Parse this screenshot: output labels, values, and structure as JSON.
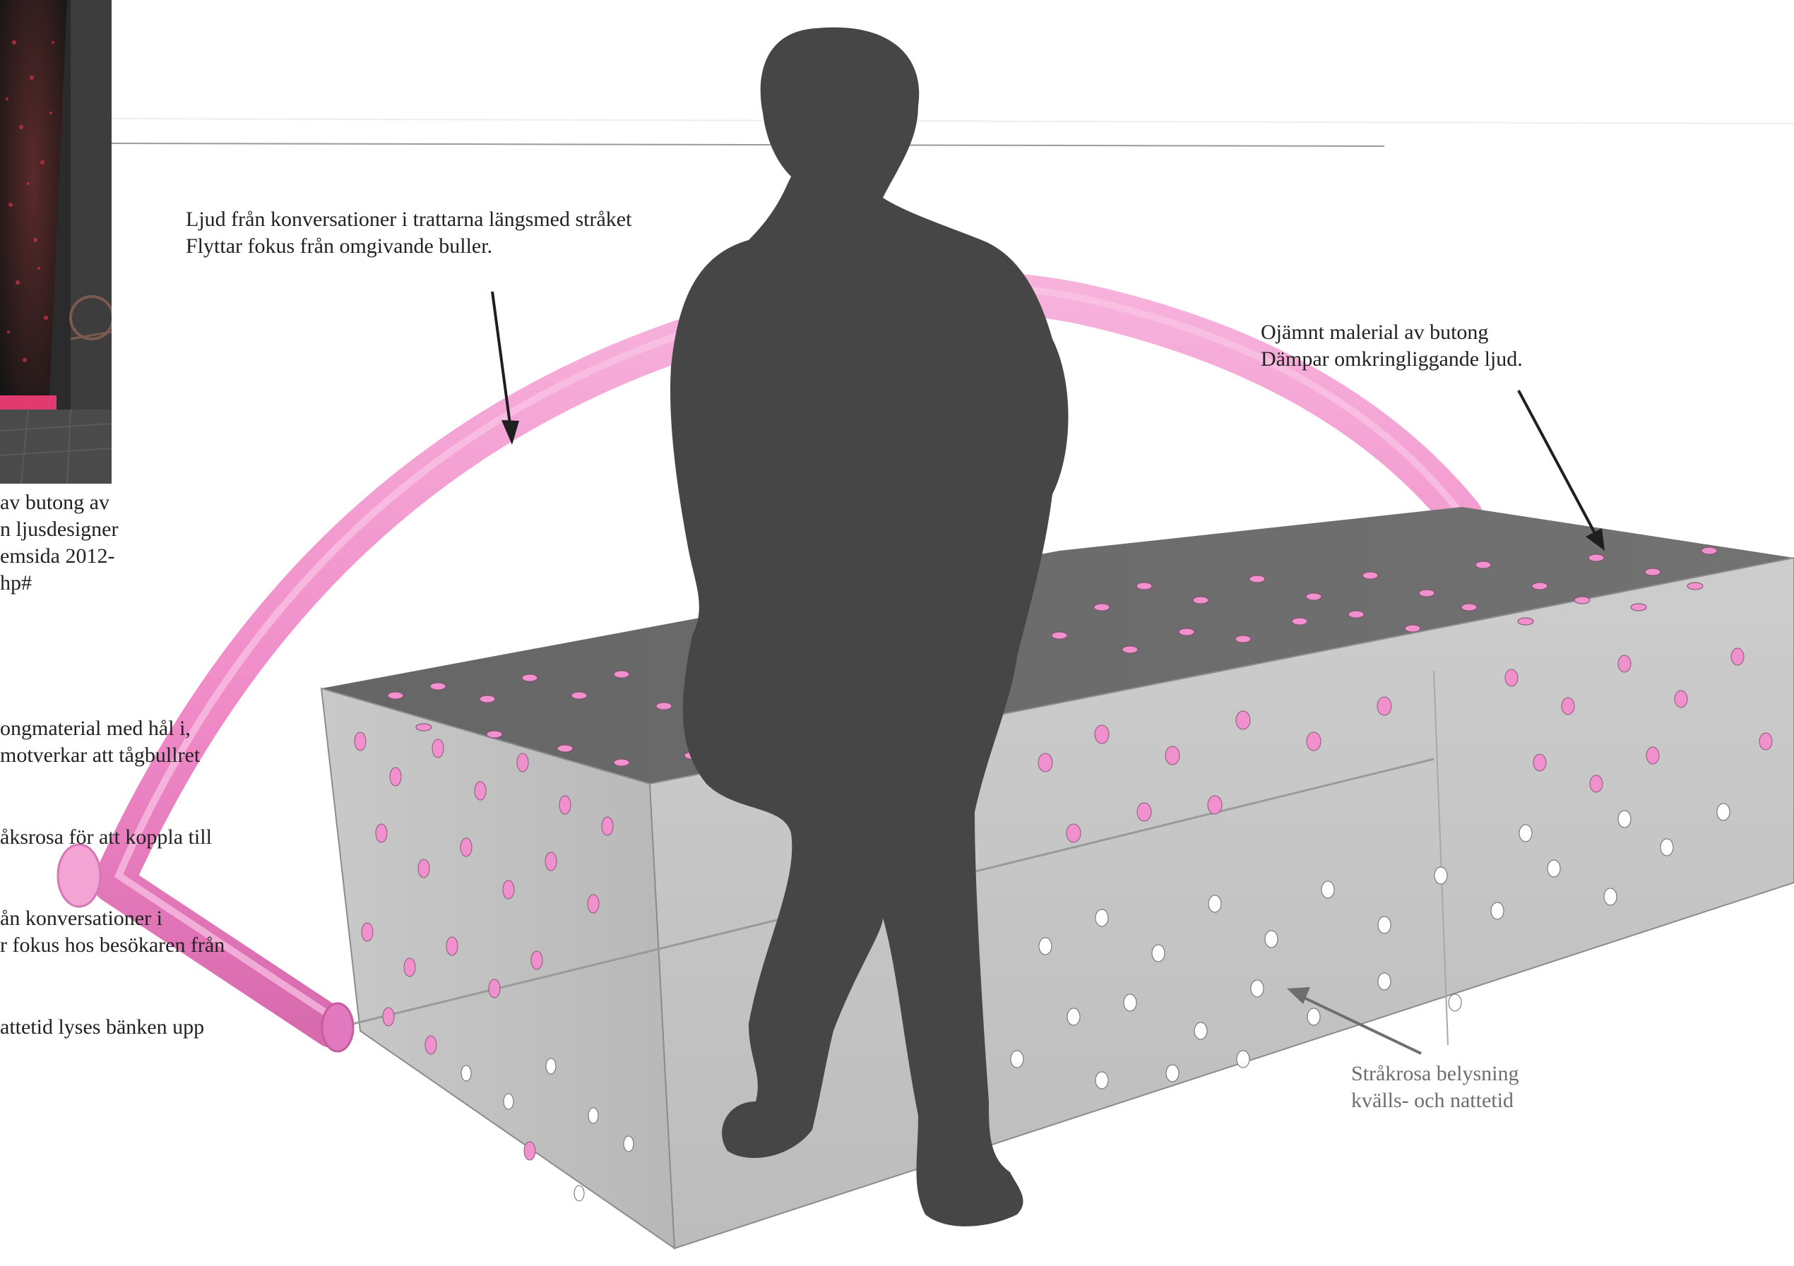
{
  "colors": {
    "tube": "#f08ac8",
    "tube_shade": "#d86aae",
    "concrete_top": "#6a6a6a",
    "concrete_side": "#bdbdbd",
    "concrete_front": "#c4c4c4",
    "silhouette": "#464646",
    "holes_pink": "#f090cc",
    "holes_white": "#ffffff",
    "text": "#222222",
    "text_grey": "#6e6e6e"
  },
  "annotations": {
    "funnel": {
      "line1": "Ljud från konversationer i trattarna längsmed stråket",
      "line2": "Flyttar fokus från omgivande buller."
    },
    "material": {
      "line1": "Ojämnt malerial av butong",
      "line2": "Dämpar omkringliggande ljud."
    },
    "lighting": {
      "line1": "Stråkrosa belysning",
      "line2": "kvälls- och nattetid"
    }
  },
  "left_caption": {
    "line1": "av butong av",
    "line2": "n ljusdesigner",
    "line3": "emsida 2012-",
    "line4": "hp#"
  },
  "left_notes": {
    "note1_line1": "ongmaterial med hål i,",
    "note1_line2": "motverkar att tågbullret",
    "note2_line1": "åksrosa för att koppla till",
    "note3_line1": "ån konversationer i",
    "note3_line2": "r fokus hos besökaren från",
    "note4_line1": "attetid lyses bänken upp"
  },
  "icons": {
    "arrow_funnel": "arrow-down-icon",
    "arrow_material": "arrow-down-icon",
    "arrow_lighting": "arrow-up-left-icon"
  }
}
